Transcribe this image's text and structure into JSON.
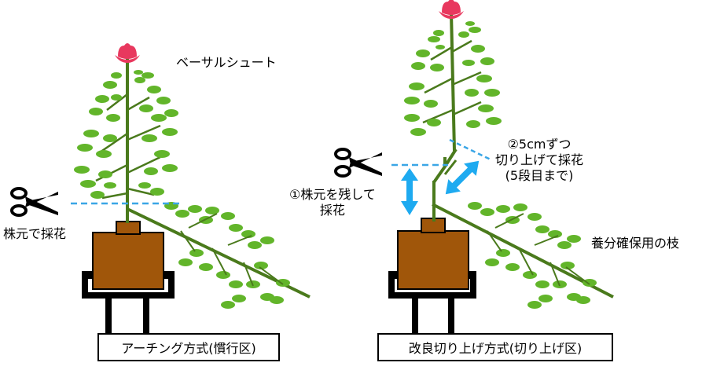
{
  "left_diagram": {
    "title": "アーチング方式(慣行区)",
    "basal_shoot_label": "ベーサルシュート",
    "cut_label": "株元で採花"
  },
  "right_diagram": {
    "title": "改良切り上げ方式(切り上げ区)",
    "cut_label_line1": "①株元を残して",
    "cut_label_line2": "採花",
    "step_label_line1": "②5cmずつ",
    "step_label_line2": "切り上げて採花",
    "step_label_line3": "(5段目まで)",
    "nutrient_branch_label": "養分確保用の枝"
  },
  "colors": {
    "stem": "#4a7a1c",
    "leaf": "#62b52a",
    "pot": "#a0560a",
    "flower": "#e8385e",
    "dash": "#3aa6e6",
    "arrow": "#1eaaf0"
  }
}
